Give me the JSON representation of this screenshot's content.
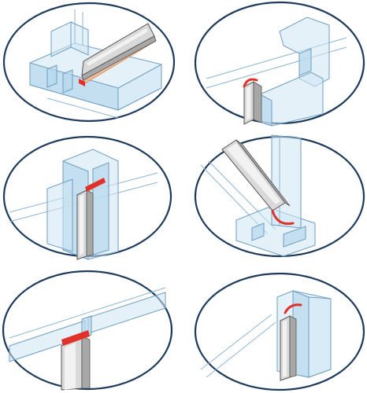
{
  "figure": {
    "panels": [
      {
        "id": "panel-1",
        "depicts": "gasket-on-glass-channel"
      },
      {
        "id": "panel-2",
        "depicts": "gasket-on-door-edge"
      },
      {
        "id": "panel-3",
        "depicts": "gasket-on-frame-corner"
      },
      {
        "id": "panel-4",
        "depicts": "gasket-on-bottom-channel"
      },
      {
        "id": "panel-5",
        "depicts": "gasket-on-glass-joint"
      },
      {
        "id": "panel-6",
        "depicts": "gasket-on-hinge-side"
      }
    ]
  },
  "colors": {
    "outline": "#1f3b5c",
    "glass": "#cfe6f4",
    "strip": "#d9d9d9",
    "seal": "#e0312b",
    "tape": "#f0b58a"
  }
}
